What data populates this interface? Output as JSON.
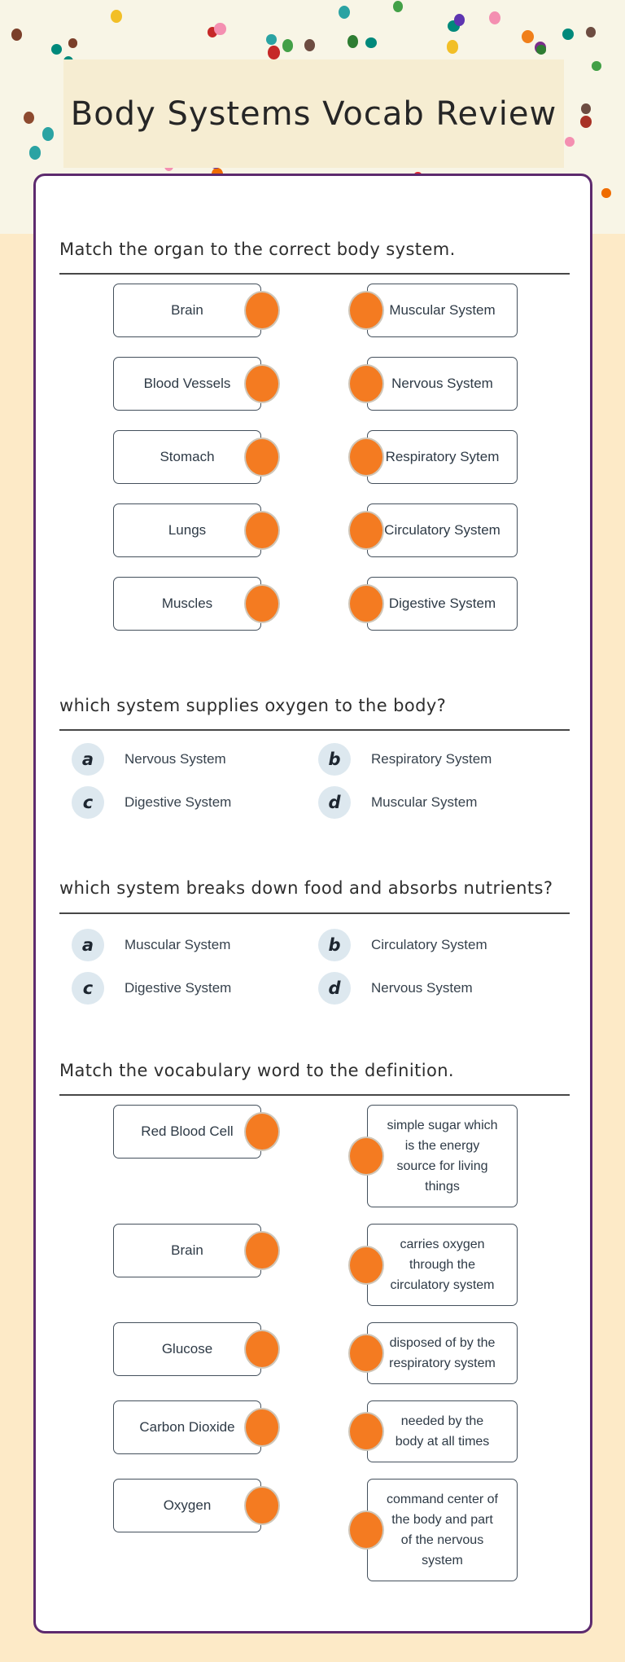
{
  "title": "Body Systems Vocab Review",
  "match_organs": {
    "prompt": "Match the organ to the correct body system.",
    "pairs": [
      {
        "left": "Brain",
        "right": "Muscular System"
      },
      {
        "left": "Blood Vessels",
        "right": "Nervous System"
      },
      {
        "left": "Stomach",
        "right": "Respiratory Sytem"
      },
      {
        "left": "Lungs",
        "right": "Circulatory System"
      },
      {
        "left": "Muscles",
        "right": "Digestive System"
      }
    ]
  },
  "question_oxygen": {
    "prompt": "which system supplies oxygen to the body?",
    "options": [
      {
        "letter": "a",
        "label": "Nervous System"
      },
      {
        "letter": "b",
        "label": "Respiratory System"
      },
      {
        "letter": "c",
        "label": "Digestive System"
      },
      {
        "letter": "d",
        "label": "Muscular System"
      }
    ]
  },
  "question_food": {
    "prompt": "which system breaks down food and absorbs nutrients?",
    "options": [
      {
        "letter": "a",
        "label": "Muscular System"
      },
      {
        "letter": "b",
        "label": "Circulatory System"
      },
      {
        "letter": "c",
        "label": "Digestive System"
      },
      {
        "letter": "d",
        "label": "Nervous System"
      }
    ]
  },
  "match_vocab": {
    "prompt": "Match the vocabulary word to the definition.",
    "pairs": [
      {
        "left": "Red Blood Cell",
        "right": "simple sugar which is the energy source for living things"
      },
      {
        "left": "Brain",
        "right": "carries oxygen through the circulatory system"
      },
      {
        "left": "Glucose",
        "right": "disposed of by the respiratory system"
      },
      {
        "left": "Carbon Dioxide",
        "right": "needed by the body at all times"
      },
      {
        "left": "Oxygen",
        "right": "command center of the body and part of the nervous system"
      }
    ]
  },
  "colors": {
    "accent_orange": "#f47b21",
    "card_border_purple": "#5d2a6e",
    "option_circle_blue": "#dde8ef",
    "page_peach": "#fdeac7",
    "header_ivory": "#f8f5e6",
    "title_box_cream": "#f6edd2",
    "box_border": "#44505c",
    "text_dark": "#2e3a46",
    "confetti_palette": [
      "#e02730",
      "#c62828",
      "#8d4a2f",
      "#7b3f2a",
      "#f07f1a",
      "#ef6c00",
      "#f2bf27",
      "#f9a825",
      "#43a047",
      "#2e7d32",
      "#2ba3a3",
      "#00897b",
      "#7b2d8b",
      "#5e35b1",
      "#ef5a78",
      "#f48fb1",
      "#6d4c41",
      "#a93226"
    ]
  }
}
